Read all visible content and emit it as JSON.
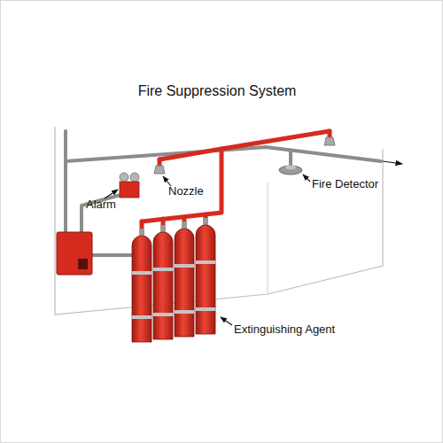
{
  "diagram": {
    "title": "Fire Suppression System",
    "labels": [
      "Alarm",
      "Nozzle",
      "Fire Detector",
      "Extinguishing Agent"
    ]
  }
}
